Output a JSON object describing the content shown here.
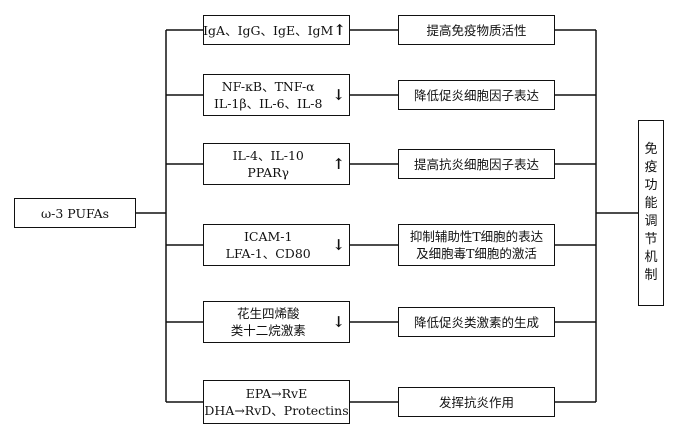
{
  "source": {
    "label": "ω-3 PUFAs"
  },
  "target": {
    "label_chars": [
      "免",
      "疫",
      "功",
      "能",
      "调",
      "节",
      "机",
      "制"
    ]
  },
  "rows": [
    {
      "factor_lines": [
        "IgA、IgG、IgE、IgM"
      ],
      "direction": "↑",
      "effect_lines": [
        "提高免疫物质活性"
      ]
    },
    {
      "factor_lines": [
        "NF-κB、TNF-α",
        "IL-1β、IL-6、IL-8"
      ],
      "direction": "↓",
      "effect_lines": [
        "降低促炎细胞因子表达"
      ]
    },
    {
      "factor_lines": [
        "IL-4、IL-10",
        "PPARγ"
      ],
      "direction": "↑",
      "effect_lines": [
        "提高抗炎细胞因子表达"
      ]
    },
    {
      "factor_lines": [
        "ICAM-1",
        "LFA-1、CD80"
      ],
      "direction": "↓",
      "effect_lines": [
        "抑制辅助性T细胞的表达",
        "及细胞毒T细胞的激活"
      ]
    },
    {
      "factor_lines": [
        "花生四烯酸",
        "类十二烷激素"
      ],
      "direction": "↓",
      "effect_lines": [
        "降低促炎类激素的生成"
      ]
    },
    {
      "factor_lines": [
        "EPA→RvE",
        "DHA→RvD、Protectins"
      ],
      "direction": "",
      "effect_lines": [
        "发挥抗炎作用"
      ]
    }
  ]
}
